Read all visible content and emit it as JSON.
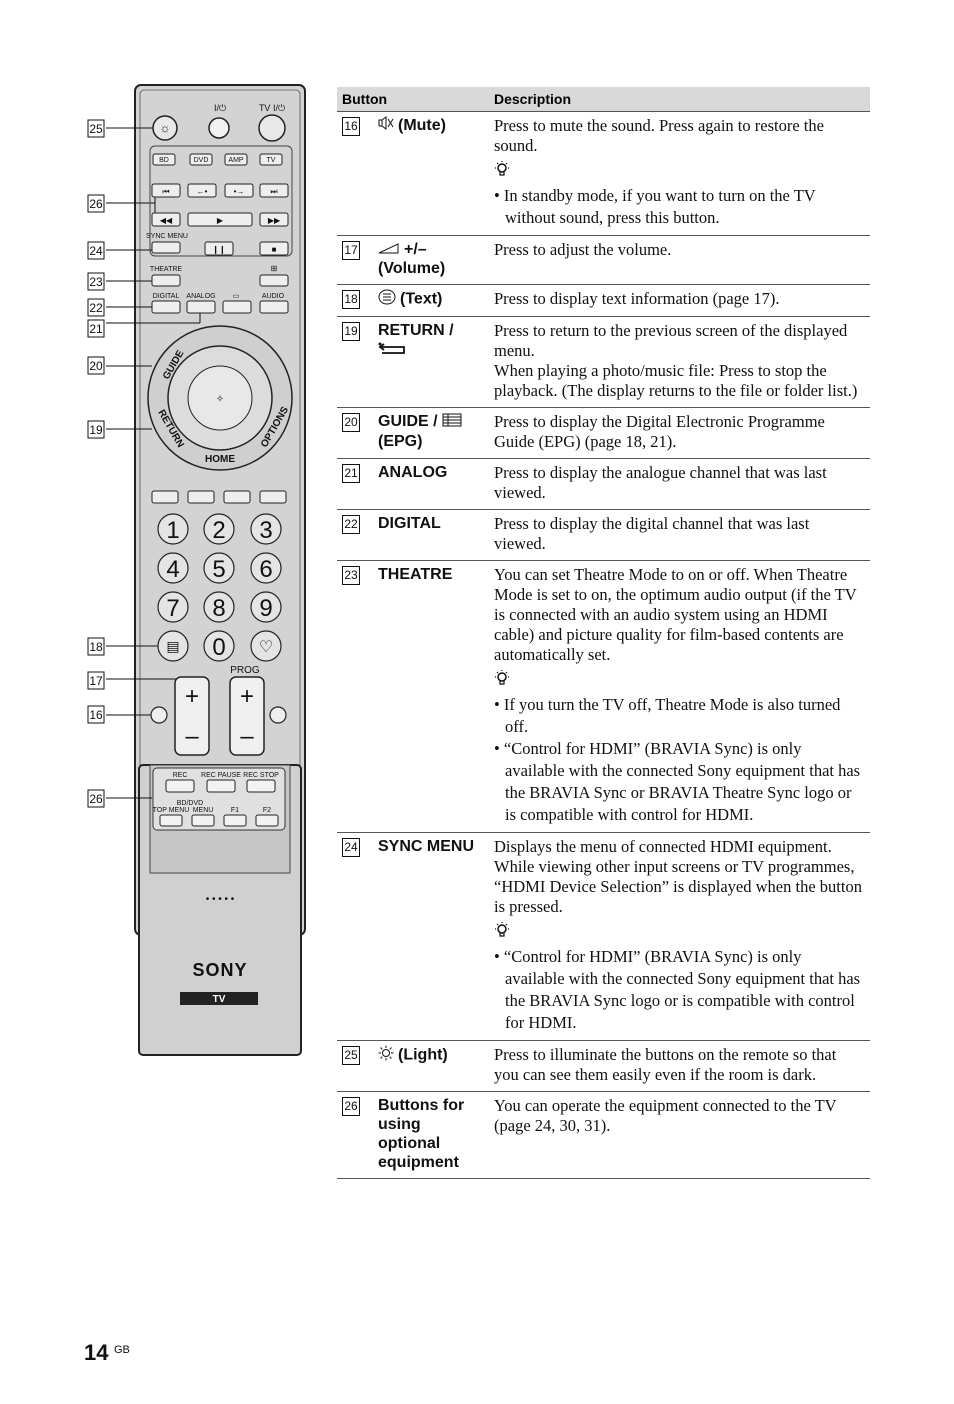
{
  "remote": {
    "labels": {
      "power": "I/⏻",
      "tv_power": "TV I/⏻",
      "bd": "BD",
      "dvd": "DVD",
      "amp": "AMP",
      "tv": "TV",
      "sync_menu": "SYNC MENU",
      "theatre": "THEATRE",
      "digital": "DIGITAL",
      "analog": "ANALOG",
      "audio": "AUDIO",
      "guide": "GUIDE",
      "return": "RETURN",
      "home": "HOME",
      "options": "OPTIONS",
      "prog": "PROG",
      "rec": "REC",
      "rec_pause": "REC PAUSE",
      "rec_stop": "REC STOP",
      "bddvd": "BD/DVD",
      "top_menu": "TOP MENU",
      "menu": "MENU",
      "f1": "F1",
      "f2": "F2",
      "brand": "SONY",
      "tv_badge": "TV"
    },
    "digits": [
      "1",
      "2",
      "3",
      "4",
      "5",
      "6",
      "7",
      "8",
      "9",
      "0"
    ],
    "callouts": [
      "25",
      "26",
      "24",
      "23",
      "22",
      "21",
      "20",
      "19",
      "18",
      "17",
      "16",
      "26"
    ]
  },
  "table": {
    "headers": [
      "Button",
      "Description"
    ],
    "rows": [
      {
        "num": "16",
        "icon": "mute-icon",
        "name": "(Mute)",
        "desc": "Press to mute the sound. Press again to restore the sound.",
        "tips": [
          "In standby mode, if you want to turn on the TV without sound, press this button."
        ]
      },
      {
        "num": "17",
        "icon": "volume-icon",
        "name": "+/– (Volume)",
        "desc": "Press to adjust the volume.",
        "tips": []
      },
      {
        "num": "18",
        "icon": "text-icon",
        "name": "(Text)",
        "desc": "Press to display text information (page 17).",
        "tips": []
      },
      {
        "num": "19",
        "icon": "return-icon",
        "name": "RETURN /",
        "desc": "Press to return to the previous screen of the displayed menu.",
        "desc2": "When playing a photo/music file: Press to stop the playback. (The display returns to the file or folder list.)",
        "tips": []
      },
      {
        "num": "20",
        "icon": "epg-icon",
        "name": "GUIDE /",
        "name2": "(EPG)",
        "desc": "Press to display the Digital Electronic Programme Guide (EPG) (page 18, 21).",
        "tips": []
      },
      {
        "num": "21",
        "icon": "",
        "name": "ANALOG",
        "desc": "Press to display the analogue channel that was last viewed.",
        "tips": []
      },
      {
        "num": "22",
        "icon": "",
        "name": "DIGITAL",
        "desc": "Press to display the digital channel that was last viewed.",
        "tips": []
      },
      {
        "num": "23",
        "icon": "",
        "name": "THEATRE",
        "desc": "You can set Theatre Mode to on or off. When Theatre Mode is set to on, the optimum audio output (if the TV is connected with an audio system using an HDMI cable) and picture quality for film-based contents are automatically set.",
        "tips": [
          "If you turn the TV off, Theatre Mode is also turned off.",
          "“Control for HDMI” (BRAVIA Sync) is only available with the connected Sony equipment that has the BRAVIA Sync or BRAVIA Theatre Sync logo or is compatible with control for HDMI."
        ]
      },
      {
        "num": "24",
        "icon": "",
        "name": "SYNC MENU",
        "desc": "Displays the menu of connected HDMI equipment. While viewing other input screens or TV programmes, “HDMI Device Selection” is displayed when the button is pressed.",
        "tips": [
          "“Control for HDMI” (BRAVIA Sync) is only available with the connected Sony equipment that has the BRAVIA Sync logo or is compatible with control for HDMI."
        ]
      },
      {
        "num": "25",
        "icon": "light-icon",
        "name": "(Light)",
        "desc": "Press to illuminate the buttons on the remote so that you can see them easily even if the room is dark.",
        "tips": []
      },
      {
        "num": "26",
        "icon": "",
        "name": "Buttons for using optional equipment",
        "desc": "You can operate the equipment connected to the TV (page 24, 30, 31).",
        "tips": []
      }
    ]
  },
  "footer": {
    "page": "14",
    "region": "GB"
  }
}
